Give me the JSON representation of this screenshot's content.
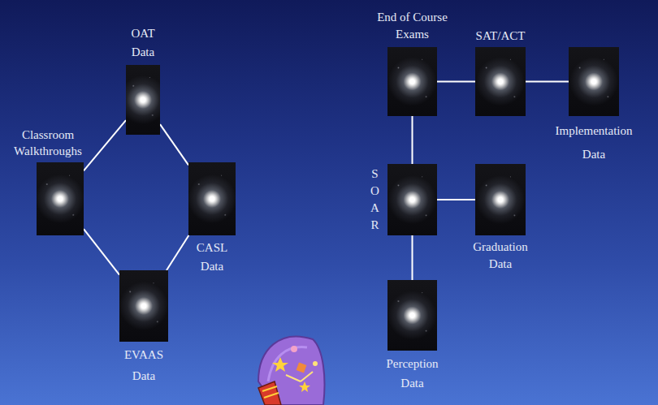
{
  "diagram": {
    "nodes": [
      {
        "text": [
          "OAT Data"
        ]
      },
      {
        "text": [
          "Classroom Walkthroughs"
        ]
      },
      {
        "text": [
          "CASL Data"
        ]
      },
      {
        "text": [
          "EVAAS Data"
        ]
      },
      {
        "text": [
          "End of Course Exams"
        ]
      },
      {
        "text": [
          "SAT/ACT"
        ]
      },
      {
        "text": [
          "Implementation Data"
        ]
      },
      {
        "text": [
          "S O A R"
        ]
      },
      {
        "text": [
          "Graduation Data"
        ]
      },
      {
        "text": [
          "Perception Data"
        ]
      }
    ],
    "edges": [
      {
        "from": 0,
        "to": 1,
        "arrow": "none"
      },
      {
        "from": 0,
        "to": 2,
        "arrow": "none"
      },
      {
        "from": 1,
        "to": 3,
        "arrow": "none"
      },
      {
        "from": 2,
        "to": 3,
        "arrow": "none"
      },
      {
        "from": 4,
        "to": 5,
        "arrow": "none"
      },
      {
        "from": 5,
        "to": 6,
        "arrow": "none"
      },
      {
        "from": 4,
        "to": 7,
        "arrow": "none"
      },
      {
        "from": 7,
        "to": 8,
        "arrow": "none"
      },
      {
        "from": 7,
        "to": 9,
        "arrow": "none"
      }
    ]
  }
}
